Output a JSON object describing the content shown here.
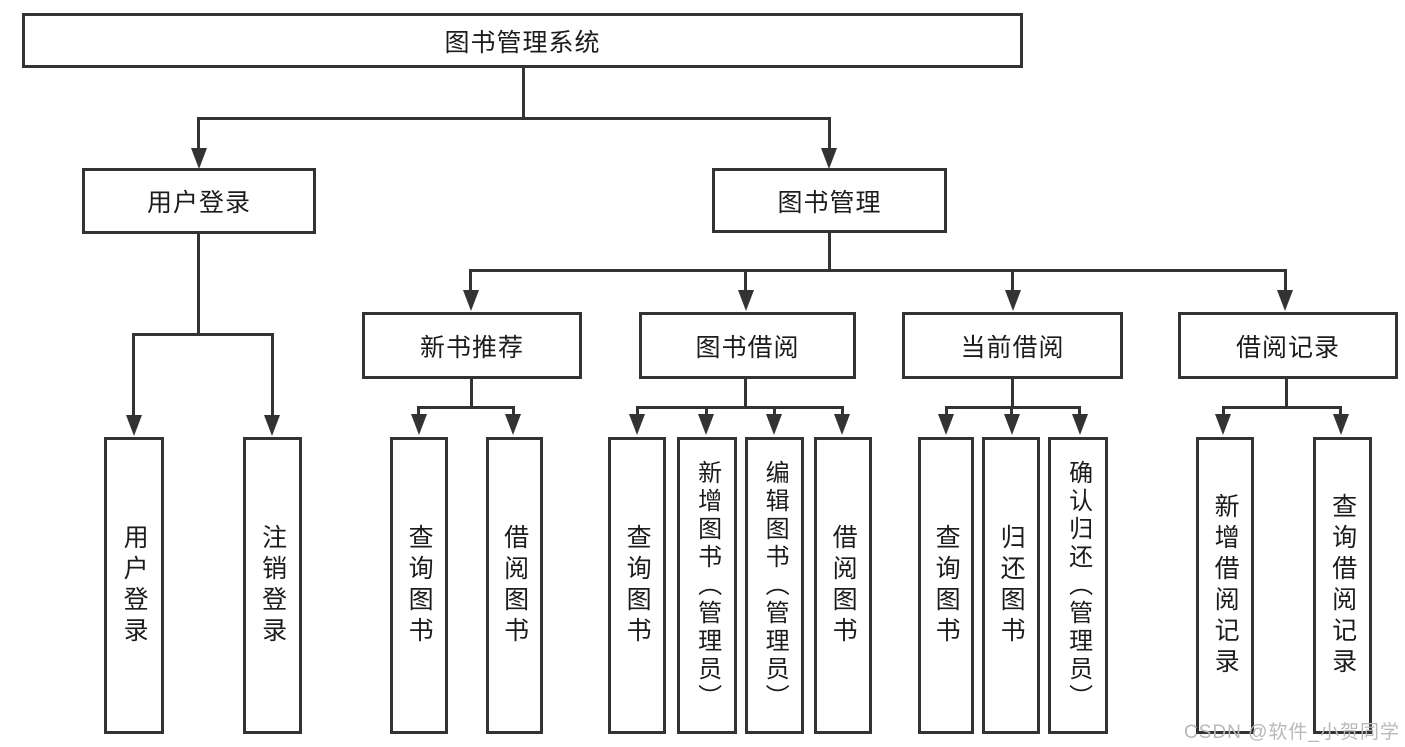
{
  "title": "图书管理系统",
  "tree": {
    "root": {
      "label": "图书管理系统"
    },
    "branches": [
      {
        "label": "用户登录",
        "leaves": [
          {
            "label": "用户登录"
          },
          {
            "label": "注销登录"
          }
        ]
      },
      {
        "label": "图书管理",
        "groups": [
          {
            "label": "新书推荐",
            "leaves": [
              {
                "label": "查询图书"
              },
              {
                "label": "借阅图书"
              }
            ]
          },
          {
            "label": "图书借阅",
            "leaves": [
              {
                "label": "查询图书"
              },
              {
                "label": "新增图书（管理员）"
              },
              {
                "label": "编辑图书（管理员）"
              },
              {
                "label": "借阅图书"
              }
            ]
          },
          {
            "label": "当前借阅",
            "leaves": [
              {
                "label": "查询图书"
              },
              {
                "label": "归还图书"
              },
              {
                "label": "确认归还（管理员）"
              }
            ]
          },
          {
            "label": "借阅记录",
            "leaves": [
              {
                "label": "新增借阅记录"
              },
              {
                "label": "查询借阅记录"
              }
            ]
          }
        ]
      }
    ]
  },
  "watermark": "CSDN @软件_小贺同学",
  "colors": {
    "line": "#333333",
    "text": "#1c1c1c",
    "watermark": "#b9b9b9",
    "background": "#ffffff"
  }
}
